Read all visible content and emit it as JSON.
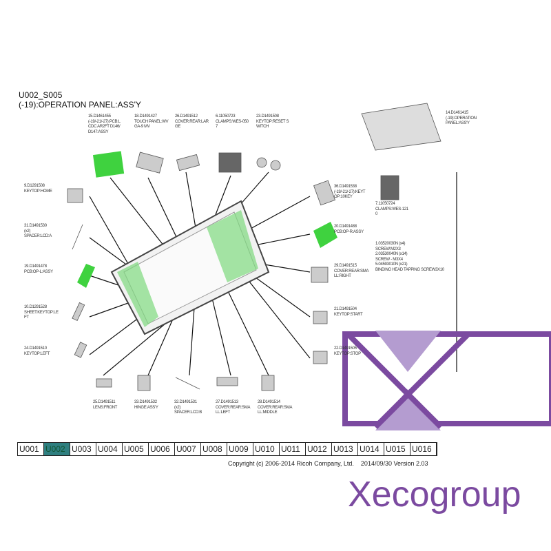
{
  "header": {
    "code": "U002_S005",
    "title": "(-19):OPERATION PANEL:ASS'Y"
  },
  "parts": [
    {
      "id": "p15",
      "label": "15.D1461455\n(-19/-21/-27):PCB:L\nCDC AR2FT D146/\nD147:ASSY"
    },
    {
      "id": "p18",
      "label": "18.D1491427\nTOUCH PANEL:WV\nGA-9 MV"
    },
    {
      "id": "p26",
      "label": "26.D1491512\nCOVER:REAR:LAR\nGE"
    },
    {
      "id": "p6",
      "label": "6.11050723\nCLAMPS:WES-050\n7"
    },
    {
      "id": "p23",
      "label": "23.D1491508\nKEYTOP:RESET S\nWITCH"
    },
    {
      "id": "p14",
      "label": "14.D1461415\n(-19):OPERATION\nPANEL:ASS'Y"
    },
    {
      "id": "p9",
      "label": "9.D1291508\nKEYTOP:HOME"
    },
    {
      "id": "p31",
      "label": "31.D1491530\n(x2)\nSPACER:LCD:A"
    },
    {
      "id": "p19",
      "label": "19.D1491478\nPCB:OP-L:ASSY"
    },
    {
      "id": "p10",
      "label": "10.D1291528\nSHEET:KEYTOP:LE\nFT"
    },
    {
      "id": "p24",
      "label": "24.D1491510\nKEYTOP:LEFT"
    },
    {
      "id": "p36",
      "label": "36.D1491538\n(-19/-21/-27):KEYT\nOP:10KEY"
    },
    {
      "id": "p7",
      "label": "7.11050724\nCLAMPS:WES-121\n0"
    },
    {
      "id": "p20",
      "label": "20.D1491488\nPCB:OP-R:ASSY"
    },
    {
      "id": "p29",
      "label": "29.D1491515\nCOVER:REAR:SMA\nLL:RIGHT"
    },
    {
      "id": "p21",
      "label": "21.D1491504\nKEYTOP:START"
    },
    {
      "id": "p22",
      "label": "22.D1491505\nKEYTOP:STOP"
    },
    {
      "id": "p25",
      "label": "25.D1491511\nLENS:FRONT"
    },
    {
      "id": "p33",
      "label": "33.D1491532\nHINGE:ASS'Y"
    },
    {
      "id": "p32",
      "label": "32.D1491531\n(x2)\nSPACER:LCD:B"
    },
    {
      "id": "p27",
      "label": "27.D1491513\nCOVER:REAR:SMA\nLL:LEFT"
    },
    {
      "id": "p28",
      "label": "28.D1491514\nCOVER:REAR:SMA\nLL:MIDDLE"
    }
  ],
  "screws": "1.03520030N (x4)\nSCREW:M2X3\n2.03530040N (x14)\nSCREW - M3X4\n5.04593010N (x21)\nBINDING HEAD TAPPING SCREW3X10",
  "units": [
    "U001",
    "U002",
    "U003",
    "U004",
    "U005",
    "U006",
    "U007",
    "U008",
    "U009",
    "U010",
    "U011",
    "U012",
    "U013",
    "U014",
    "U015",
    "U016"
  ],
  "selected_unit": "U002",
  "footer": {
    "copyright": "Copyright (c) 2006-2014 Ricoh Company, Ltd.    2014/09/30 Version 2.03"
  },
  "watermark": {
    "text": "Xecogroup"
  },
  "colors": {
    "pcb": "#3fd23f",
    "selected": "#2f7f80",
    "watermark": "#7b4aa0",
    "watermark_light": "#b49cd0"
  }
}
